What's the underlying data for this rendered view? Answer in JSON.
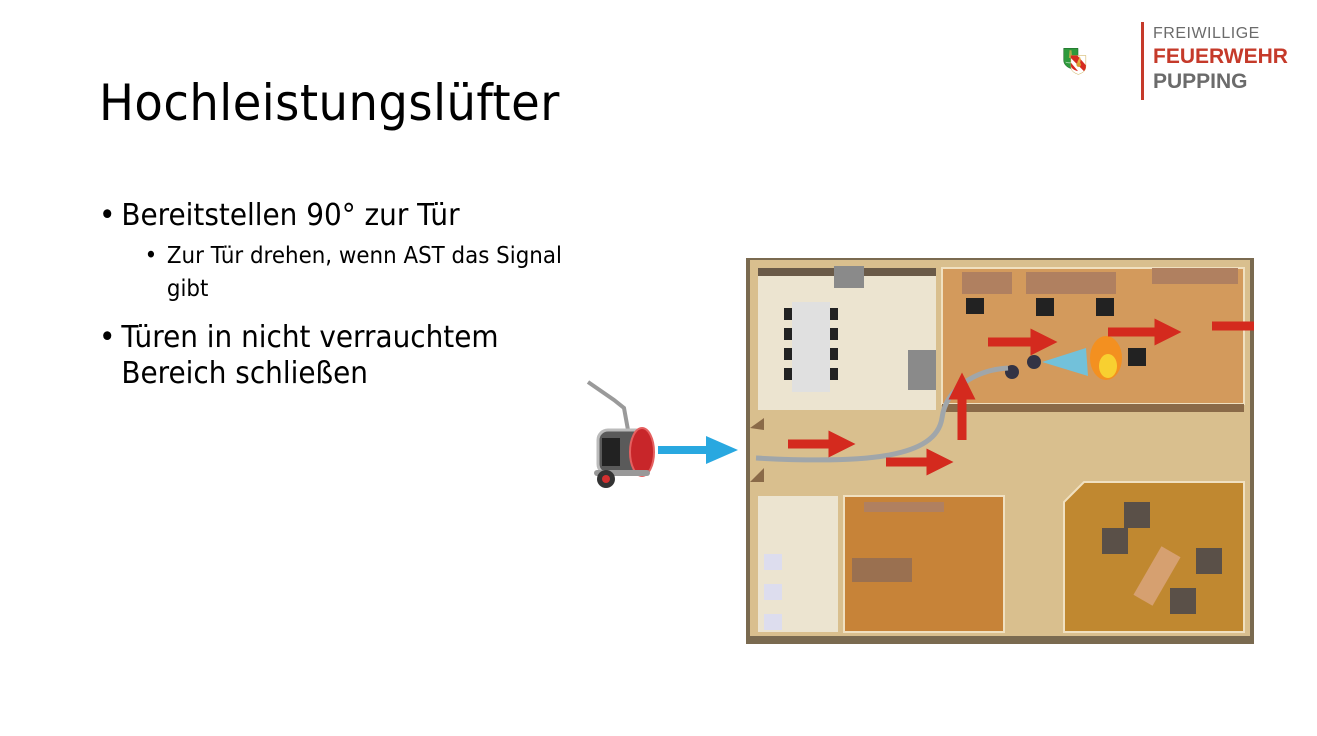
{
  "slide": {
    "title": "Hochleistungslüfter",
    "bullets": [
      {
        "text": "Bereitstellen 90° zur Tür",
        "sub": [
          "Zur Tür drehen, wenn AST das Signal gibt"
        ]
      },
      {
        "text": "Türen in nicht verrauchtem Bereich schließen",
        "sub": []
      }
    ]
  },
  "logo": {
    "line1": "FREIWILLIGE",
    "line2": "FEUERWEHR",
    "line3": "PUPPING",
    "accent_color": "#c53a2a",
    "gray_color": "#6b6b6b"
  },
  "illustration": {
    "description": "Floor plan showing positive pressure ventilation with high-performance fan blowing into building; red arrows indicate airflow towards fire and exit",
    "fan_icon": "ventilation-fan-icon",
    "arrow_color": "#29a8e0",
    "airflow_arrow_color": "#d42a1e"
  }
}
